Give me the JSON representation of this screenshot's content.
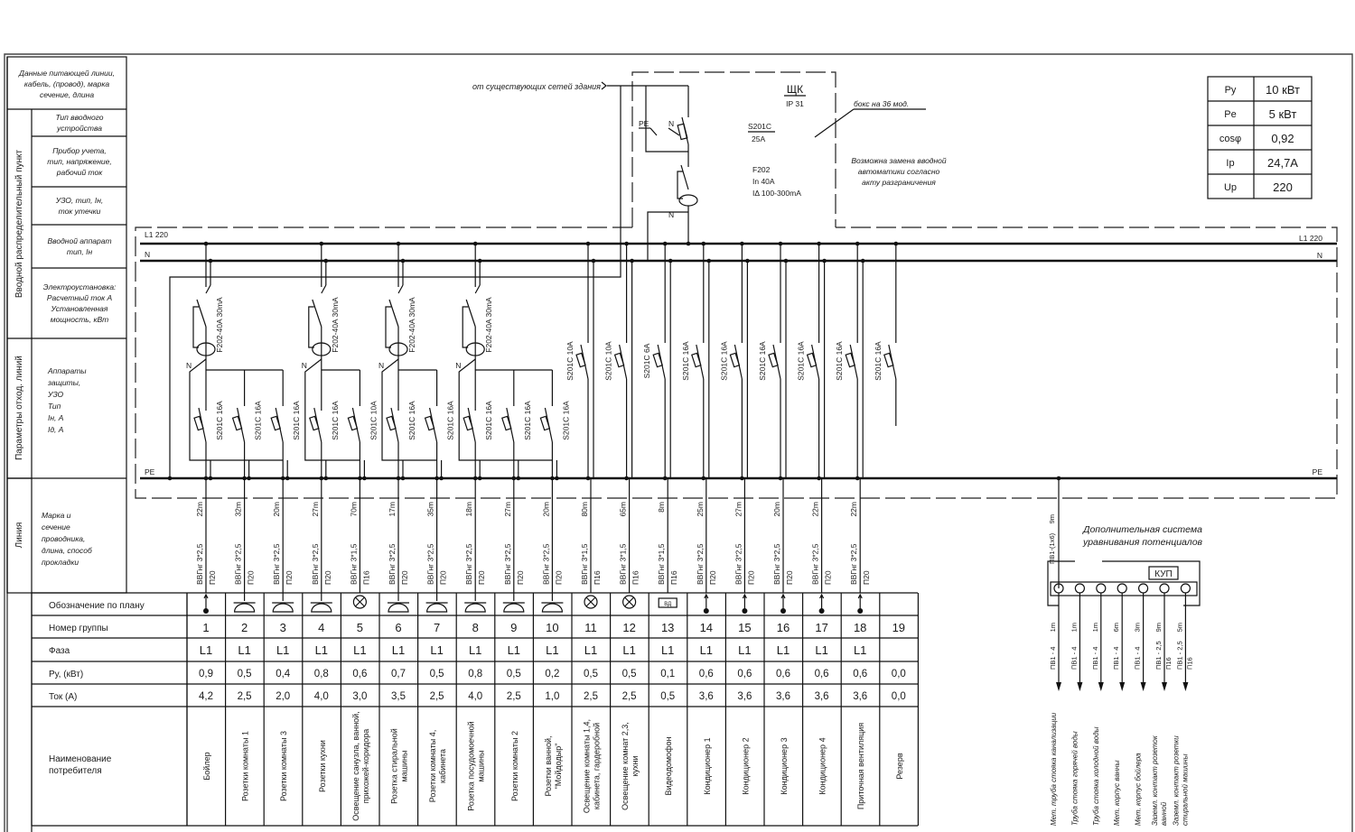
{
  "left_panel": {
    "supply_header": [
      "Данные питающей линии,",
      "кабель, (провод), марка",
      "сечение, длина"
    ],
    "section_input": "Вводной распределительный пункт",
    "input_rows": [
      [
        "Тип вводного",
        "устройства"
      ],
      [
        "Прибор учета,",
        "тип, напряжение,",
        "рабочий ток"
      ],
      [
        "УЗО, тип, Iн,",
        "ток утечки"
      ],
      [
        "Вводной аппарат",
        "тип, Iн"
      ],
      [
        "Электроустановка:",
        "Расчетный ток А",
        "Установленная",
        "мощность, кВт"
      ]
    ],
    "section_outgoing": "Параметры отход. линий",
    "outgoing_row": [
      "Аппараты",
      "защиты,",
      "УЗО",
      "Тип",
      "Iн, А",
      "Iд, А"
    ],
    "section_line": "Линия",
    "line_row": [
      "Марка и",
      "сечение",
      "проводника,",
      "длина, способ",
      "прокладки"
    ]
  },
  "input": {
    "feed_label": "от существующих сетей здания",
    "panel_name": "ЩК",
    "panel_ip": "IP 31",
    "box_note": "бокс на 36 мод.",
    "replace_note": [
      "Возможна замена вводной",
      "автоматики согласно",
      "акту разграничения"
    ],
    "pe_label": "PE",
    "n_label": "N",
    "main_breaker": "S201C",
    "main_breaker_rating": "25A",
    "rcd": "F202",
    "rcd_in": "In 40A",
    "rcd_id": "IΔ 100-300mA"
  },
  "bus": {
    "l1_left": "L1 220",
    "l1_right": "L1 220",
    "n_left": "N",
    "n_right": "N",
    "pe_left": "PE",
    "pe_right": "PE"
  },
  "summary": [
    {
      "k": "Pу",
      "v": "10 кВт"
    },
    {
      "k": "Pе",
      "v": "5 кВт"
    },
    {
      "k": "cosφ",
      "v": "0,92"
    },
    {
      "k": "Iр",
      "v": "24,7A"
    },
    {
      "k": "Uр",
      "v": "220"
    }
  ],
  "rcd_groups": [
    {
      "label": "F202-40A 30mA",
      "n_label": "N",
      "members": [
        1,
        2,
        3
      ]
    },
    {
      "label": "F202-40A 30mA",
      "n_label": "N",
      "members": [
        4,
        5
      ]
    },
    {
      "label": "F202-40A 30mA",
      "n_label": "N",
      "members": [
        6,
        7
      ]
    },
    {
      "label": "F202-40A 30mA",
      "n_label": "N",
      "members": [
        8,
        9,
        10
      ]
    }
  ],
  "table": {
    "row_labels": [
      "Обозначение по плану",
      "Номер группы",
      "Фаза",
      "Pу, (кВт)",
      "Ток (А)"
    ],
    "name_label": [
      "Наименование",
      "потребителя"
    ]
  },
  "groups": [
    {
      "num": "1",
      "breaker": "S201C 16A",
      "cable": "ВВГнг 3*2,5",
      "length": "22m",
      "method": "П20",
      "phase": "L1",
      "power": "0,9",
      "current": "4,2",
      "symbol": "boiler",
      "name": [
        "Бойлер"
      ]
    },
    {
      "num": "2",
      "breaker": "S201C 16A",
      "cable": "ВВГнг 3*2,5",
      "length": "32m",
      "method": "П20",
      "phase": "L1",
      "power": "0,5",
      "current": "2,5",
      "symbol": "socket",
      "name": [
        "Розетки комнаты 1"
      ]
    },
    {
      "num": "3",
      "breaker": "S201C 16A",
      "cable": "ВВГнг 3*2,5",
      "length": "20m",
      "method": "П20",
      "phase": "L1",
      "power": "0,4",
      "current": "2,0",
      "symbol": "socket",
      "name": [
        "Розетки комнаты 3"
      ]
    },
    {
      "num": "4",
      "breaker": "S201C 16A",
      "cable": "ВВГнг 3*2,5",
      "length": "27m",
      "method": "П20",
      "phase": "L1",
      "power": "0,8",
      "current": "4,0",
      "symbol": "socket",
      "name": [
        "Розетки кухни"
      ]
    },
    {
      "num": "5",
      "breaker": "S201C 10A",
      "cable": "ВВГнг 3*1,5",
      "length": "70m",
      "method": "П16",
      "phase": "L1",
      "power": "0,6",
      "current": "3,0",
      "symbol": "lamp",
      "name": [
        "Освещение санузла, ванной,",
        "прихожей-коридора"
      ]
    },
    {
      "num": "6",
      "breaker": "S201C 16A",
      "cable": "ВВГнг 3*2,5",
      "length": "17m",
      "method": "П20",
      "phase": "L1",
      "power": "0,7",
      "current": "3,5",
      "symbol": "socket-filled",
      "name": [
        "Розетка стиральной",
        "машины"
      ]
    },
    {
      "num": "7",
      "breaker": "S201C 16A",
      "cable": "ВВГнг 3*2,5",
      "length": "35m",
      "method": "П20",
      "phase": "L1",
      "power": "0,5",
      "current": "2,5",
      "symbol": "socket",
      "name": [
        "Розетки комнаты 4,",
        "кабинета"
      ]
    },
    {
      "num": "8",
      "breaker": "S201C 16A",
      "cable": "ВВГнг 3*2,5",
      "length": "18m",
      "method": "П20",
      "phase": "L1",
      "power": "0,8",
      "current": "4,0",
      "symbol": "socket",
      "name": [
        "Розетка посудомоечной",
        "машины"
      ]
    },
    {
      "num": "9",
      "breaker": "S201C 16A",
      "cable": "ВВГнг 3*2,5",
      "length": "27m",
      "method": "П20",
      "phase": "L1",
      "power": "0,5",
      "current": "2,5",
      "symbol": "socket",
      "name": [
        "Розетки комнаты 2"
      ]
    },
    {
      "num": "10",
      "breaker": "S201C 16A",
      "cable": "ВВГнг 3*2,5",
      "length": "20m",
      "method": "П20",
      "phase": "L1",
      "power": "0,2",
      "current": "1,0",
      "symbol": "socket-filled",
      "name": [
        "Розетки ванной,",
        "\"Мойдодыр\""
      ]
    },
    {
      "num": "11",
      "breaker": "S201C 10A",
      "cable": "ВВГнг 3*1,5",
      "length": "80m",
      "method": "П16",
      "phase": "L1",
      "power": "0,5",
      "current": "2,5",
      "symbol": "lamp",
      "name": [
        "Освещение комнаты 1,4,",
        "кабинета, гардеробной"
      ]
    },
    {
      "num": "12",
      "breaker": "S201C 10A",
      "cable": "ВВГнг 3*1,5",
      "length": "65m",
      "method": "П16",
      "phase": "L1",
      "power": "0,5",
      "current": "2,5",
      "symbol": "lamp",
      "name": [
        "Освещение комнат 2,3,",
        "кухни"
      ]
    },
    {
      "num": "13",
      "breaker": "S201C 6A",
      "cable": "ВВГнг 3*1,5",
      "length": "8m",
      "method": "П16",
      "phase": "L1",
      "power": "0,1",
      "current": "0,5",
      "symbol": "intercom",
      "symbol_text": "ВД",
      "name": [
        "Видеодомофон"
      ]
    },
    {
      "num": "14",
      "breaker": "S201C 16A",
      "cable": "ВВГнг 3*2,5",
      "length": "25m",
      "method": "П20",
      "phase": "L1",
      "power": "0,6",
      "current": "3,6",
      "symbol": "boiler",
      "name": [
        "Кондиционер 1"
      ]
    },
    {
      "num": "15",
      "breaker": "S201C 16A",
      "cable": "ВВГнг 3*2,5",
      "length": "27m",
      "method": "П20",
      "phase": "L1",
      "power": "0,6",
      "current": "3,6",
      "symbol": "boiler",
      "name": [
        "Кондиционер 2"
      ]
    },
    {
      "num": "16",
      "breaker": "S201C 16A",
      "cable": "ВВГнг 3*2,5",
      "length": "20m",
      "method": "П20",
      "phase": "L1",
      "power": "0,6",
      "current": "3,6",
      "symbol": "boiler",
      "name": [
        "Кондиционер 3"
      ]
    },
    {
      "num": "17",
      "breaker": "S201C 16A",
      "cable": "ВВГнг 3*2,5",
      "length": "22m",
      "method": "П20",
      "phase": "L1",
      "power": "0,6",
      "current": "3,6",
      "symbol": "boiler",
      "name": [
        "Кондиционер 4"
      ]
    },
    {
      "num": "18",
      "breaker": "S201C 16A",
      "cable": "ВВГнг 3*2,5",
      "length": "22m",
      "method": "П20",
      "phase": "L1",
      "power": "0,6",
      "current": "3,6",
      "symbol": "boiler",
      "name": [
        "Приточная вентиляция"
      ]
    },
    {
      "num": "19",
      "breaker": "S201C 16A",
      "cable": "",
      "length": "",
      "method": "",
      "phase": "",
      "power": "0,0",
      "current": "0,0",
      "symbol": "none",
      "name": [
        "Резерв"
      ]
    }
  ],
  "equipotential": {
    "title": [
      "Дополнительная система",
      "уравнивания потенциалов"
    ],
    "feed_cable": "ПВ1-(1х6)",
    "feed_length": "9m",
    "box_label": "КУП",
    "branches": [
      {
        "cable": "ПВ1 - 4",
        "length": "1m",
        "method": "",
        "target": [
          "Мет. труба стояка канализации"
        ]
      },
      {
        "cable": "ПВ1 - 4",
        "length": "1m",
        "method": "",
        "target": [
          "Труба стояка горячей воды"
        ]
      },
      {
        "cable": "ПВ1 - 4",
        "length": "1m",
        "method": "",
        "target": [
          "Труба стояка холодной воды"
        ]
      },
      {
        "cable": "ПВ1 - 4",
        "length": "6m",
        "method": "",
        "target": [
          "Мет. корпус ванны"
        ]
      },
      {
        "cable": "ПВ1 - 4",
        "length": "3m",
        "method": "",
        "target": [
          "Мет. корпус бойлера"
        ]
      },
      {
        "cable": "ПВ1 - 2,5",
        "length": "9m",
        "method": "П16",
        "target": [
          "Заземл. контакт розеток",
          "ванной"
        ]
      },
      {
        "cable": "ПВ1 - 2,5",
        "length": "5m",
        "method": "П16",
        "target": [
          "Заземл. контакт розетки",
          "стиральной машины"
        ]
      }
    ]
  }
}
